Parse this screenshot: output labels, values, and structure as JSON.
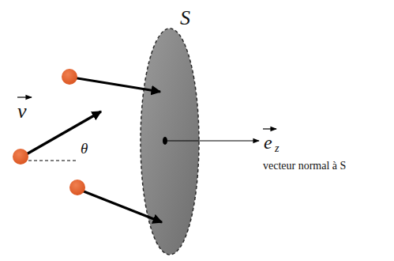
{
  "diagram": {
    "nodes": [
      {
        "text": [
          "S"
        ]
      }
    ],
    "labels": [
      "v",
      "θ",
      "e",
      "z",
      "vecteur normal à S"
    ]
  }
}
